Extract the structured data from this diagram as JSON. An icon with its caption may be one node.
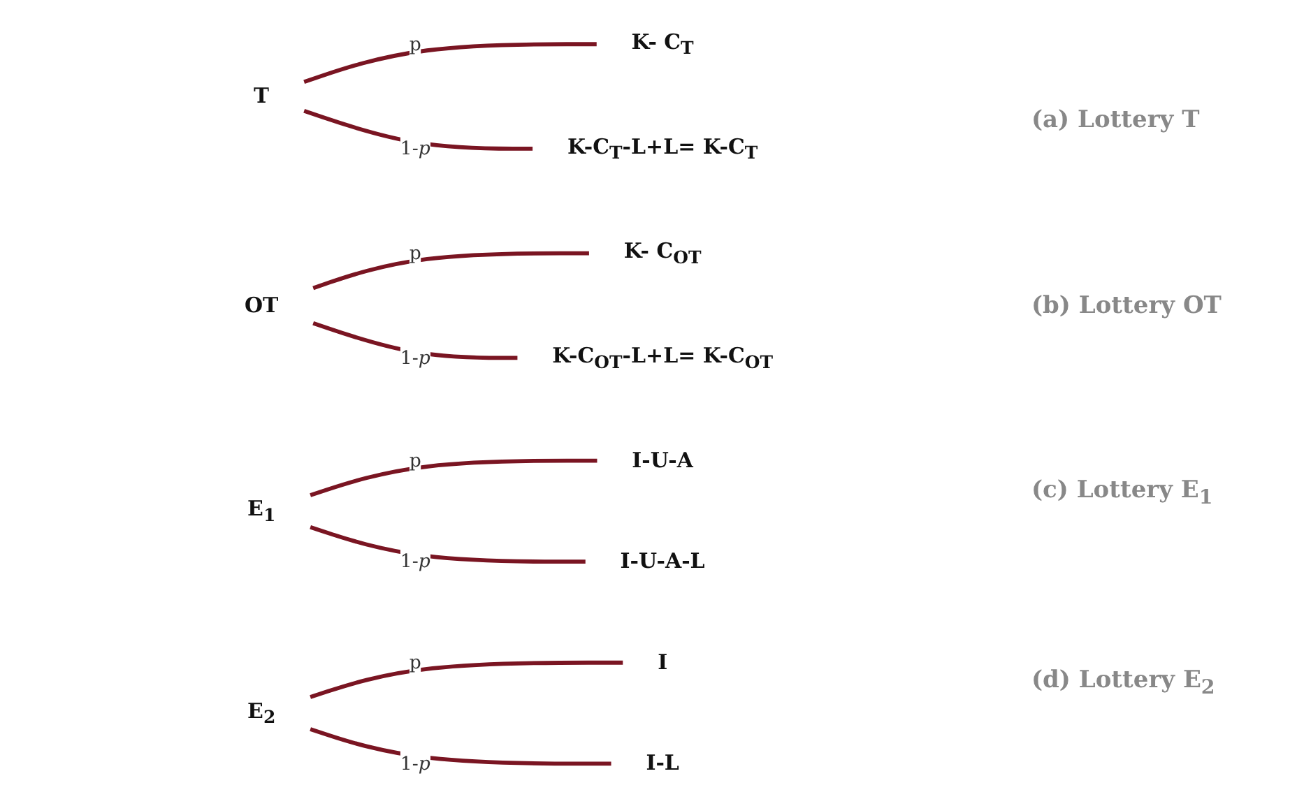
{
  "diagram": {
    "nodes": [
      {
        "text": [
          "T"
        ]
      },
      {
        "text": [
          "K- C$_{T}$"
        ]
      },
      {
        "text": [
          "K-C$_{T}$-L+L= K-C$_{T}$"
        ]
      },
      {
        "text": [
          "OT"
        ]
      },
      {
        "text": [
          "K- C$_{OT}$"
        ]
      },
      {
        "text": [
          "K-C$_{OT}$-L+L= K-C$_{OT}$"
        ]
      },
      {
        "text": [
          "E$_{1}$"
        ]
      },
      {
        "text": [
          "I-U-A"
        ]
      },
      {
        "text": [
          "I-U-A-L"
        ]
      },
      {
        "text": [
          "E$_{2}$"
        ]
      },
      {
        "text": [
          "I"
        ]
      },
      {
        "text": [
          "I-L"
        ]
      }
    ],
    "edges": [
      {
        "from": 0,
        "to": 1,
        "arrow": "none",
        "label": "p"
      },
      {
        "from": 0,
        "to": 2,
        "arrow": "none",
        "label": "1-*p*"
      },
      {
        "from": 3,
        "to": 4,
        "arrow": "none",
        "label": "p"
      },
      {
        "from": 3,
        "to": 5,
        "arrow": "none",
        "label": "1-*p*"
      },
      {
        "from": 6,
        "to": 7,
        "arrow": "none",
        "label": "p"
      },
      {
        "from": 6,
        "to": 8,
        "arrow": "none",
        "label": "1-*p*"
      },
      {
        "from": 9,
        "to": 10,
        "arrow": "none",
        "label": "p"
      },
      {
        "from": 9,
        "to": 11,
        "arrow": "none",
        "label": "1-*p*"
      }
    ],
    "labels": [
      "(a) Lottery T",
      "(b) Lottery OT",
      "(c) Lottery E$_{1}$",
      "(d) Lottery E$_{2}$"
    ]
  }
}
